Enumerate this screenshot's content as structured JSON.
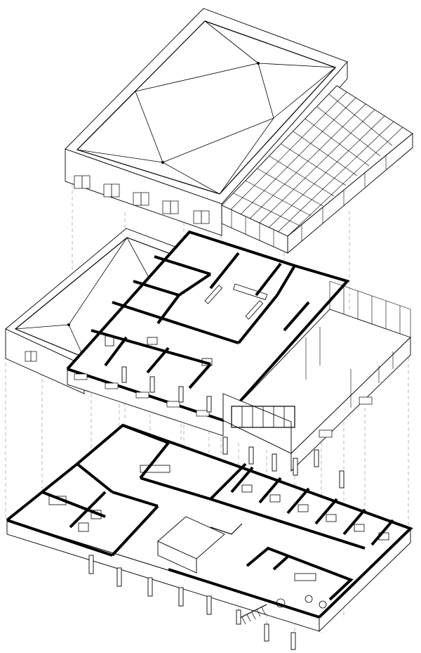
{
  "drawing": {
    "type": "exploded-axonometric-floor-plan",
    "layers": [
      "roof",
      "upper-floor",
      "ground-floor"
    ],
    "colors": {
      "line": "#000000",
      "background": "#ffffff",
      "projection": "#9a9a9a"
    }
  }
}
